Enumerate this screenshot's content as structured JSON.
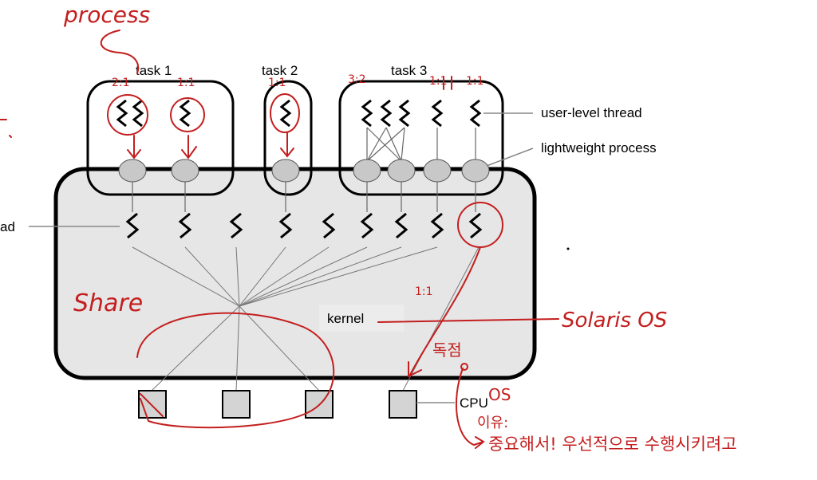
{
  "tasks": {
    "task1": "task 1",
    "task2": "task 2",
    "task3": "task 3"
  },
  "labels": {
    "user_level_thread": "user-level thread",
    "lightweight_process": "lightweight process",
    "kernel_thread_partial": "ad",
    "kernel": "kernel",
    "cpu": "CPU"
  },
  "annotations": {
    "process": "process",
    "ratio_task1_a": "2:1",
    "ratio_task1_b": "1:1",
    "ratio_task2": "1:1",
    "ratio_task3_a": "3:2",
    "ratio_task3_b": "1:1",
    "ratio_task3_c": "1:1",
    "share": "Share",
    "ratio_kernel": "1:1",
    "solaris": "Solaris OS",
    "dokjeom": "독점",
    "os": "OS",
    "reason_label": "이유:",
    "reason_text": "중요해서! 우선적으로 수행시키려고"
  },
  "colors": {
    "ink": "#000000",
    "kernel_fill": "#e6e6e6",
    "cpu_fill": "#d4d4d4",
    "annotation_red": "#c41e1e"
  }
}
